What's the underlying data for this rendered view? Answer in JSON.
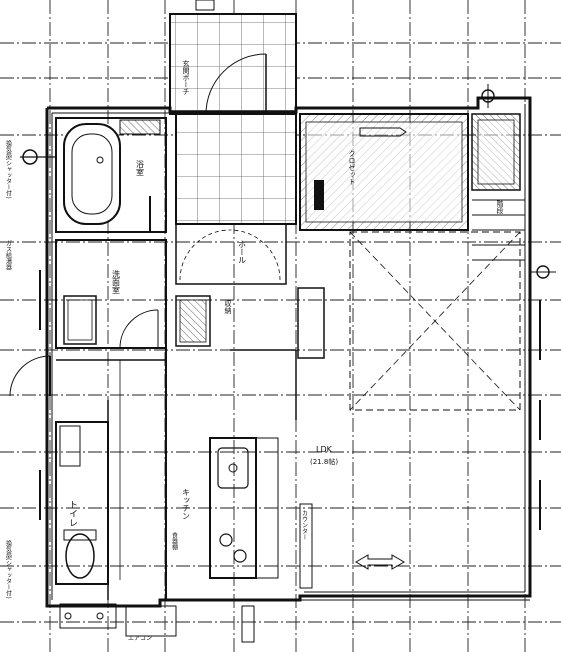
{
  "plan": {
    "main_room": "LDK",
    "main_room_area": "(21.8帖)",
    "wc_label": "トイレ",
    "kitchen_label": "キッチン",
    "bath_label": "浴室",
    "washroom_label": "洗面室",
    "entrance_label": "ホール",
    "storage_label": "収納",
    "counter_label": "カウンター",
    "closet_label": "クロゼット",
    "stairs_label": "階段",
    "note_top": "玄関ポーチ",
    "note_left_1": "換気扇(シャッター付)",
    "note_left_2": "ガス給湯器",
    "note_bottom": "エアコン",
    "note_kitchen": "食器棚"
  },
  "colors": {
    "line": "#111111",
    "hatch": "#444444",
    "grid": "#222222"
  }
}
